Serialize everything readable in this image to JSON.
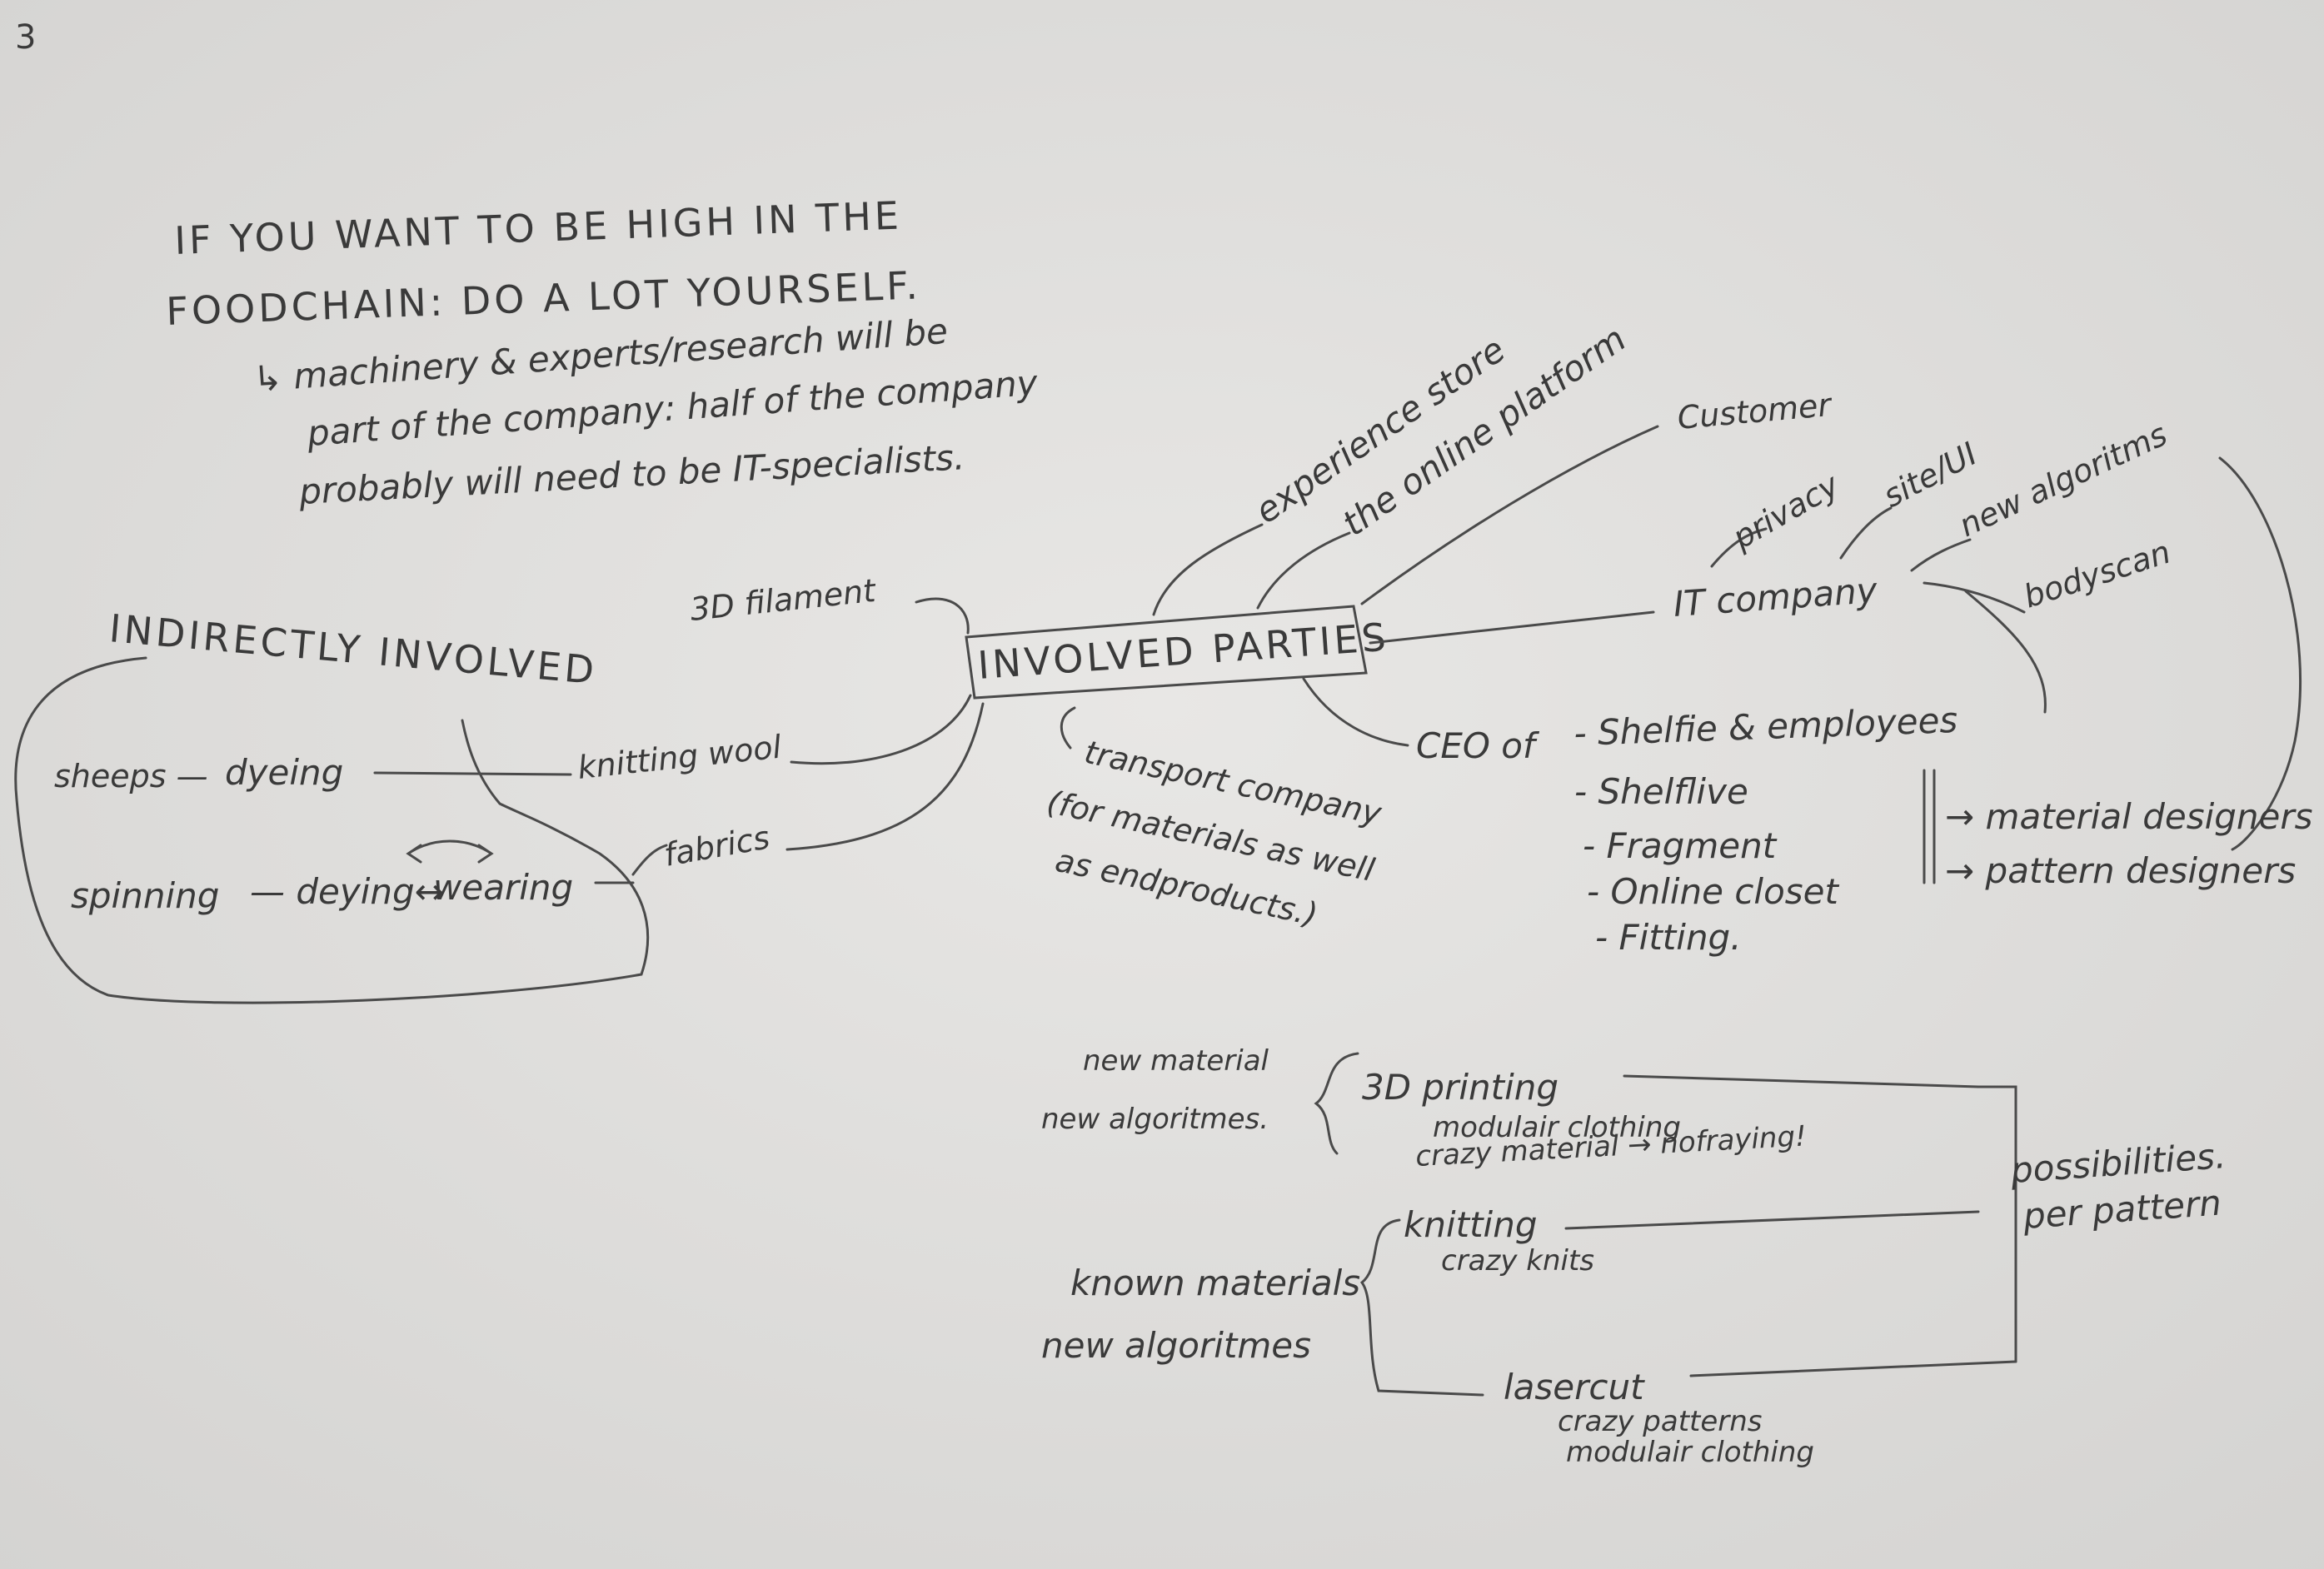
{
  "page_number": "3",
  "header_note": {
    "line1": "IF YOU WANT TO BE HIGH IN THE",
    "line2": "FOODCHAIN: DO A LOT YOURSELF.",
    "line3": "↳ machinery & experts/research will be",
    "line4": "part of the company: half of the company",
    "line5": "probably will need to be IT-specialists."
  },
  "center": {
    "label": "INVOLVED PARTIES"
  },
  "branches": {
    "experience_store": "experience store",
    "online_platform": "the online platform",
    "customer": "Customer",
    "it_company": "IT company",
    "privacy": "privacy",
    "site_ui": "site/UI",
    "new_algoritms": "new algoritms",
    "bodyscan": "bodyscan",
    "ceo_of": "CEO of",
    "ceo_items": [
      "- Shelfie & employees",
      "- Shelflive",
      "- Fragment",
      "- Online closet",
      "- Fitting."
    ],
    "designers": [
      "→ material designers",
      "→ pattern designers"
    ],
    "transport": [
      "transport company",
      "(for materials as well",
      "as endproducts.)"
    ],
    "filament": "3D filament",
    "knitting_wool": "knitting wool",
    "fabrics": "fabrics"
  },
  "indirect": {
    "label": "INDIRECTLY INVOLVED",
    "sheeps": "sheeps —",
    "dyeing": "dyeing",
    "spinning": "spinning",
    "deying": "— deying↔",
    "wearing": "wearing"
  },
  "possibilities": {
    "group1_left": [
      "new material",
      "new algoritmes."
    ],
    "printing": "3D printing",
    "printing_sub": [
      "modulair clothing",
      "crazy material → nofraying!"
    ],
    "group2_left": [
      "known materials",
      "new algoritmes"
    ],
    "knitting": "knitting",
    "knitting_sub": "crazy knits",
    "lasercut": "lasercut",
    "lasercut_sub": [
      "crazy patterns",
      "modulair clothing"
    ],
    "right_label": [
      "possibilities.",
      "per pattern"
    ]
  }
}
